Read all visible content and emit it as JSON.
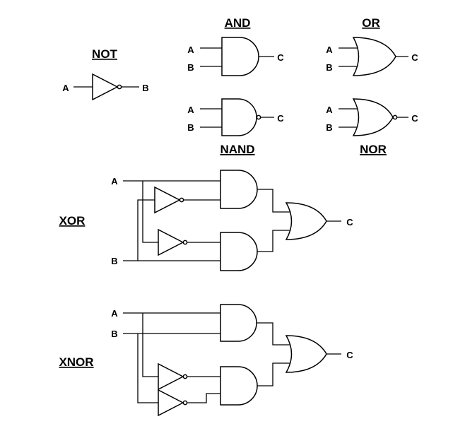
{
  "titles": {
    "not": "NOT",
    "and": "AND",
    "or": "OR",
    "nand": "NAND",
    "nor": "NOR",
    "xor": "XOR",
    "xnor": "XNOR"
  },
  "pins": {
    "a": "A",
    "b": "B",
    "c": "C"
  }
}
